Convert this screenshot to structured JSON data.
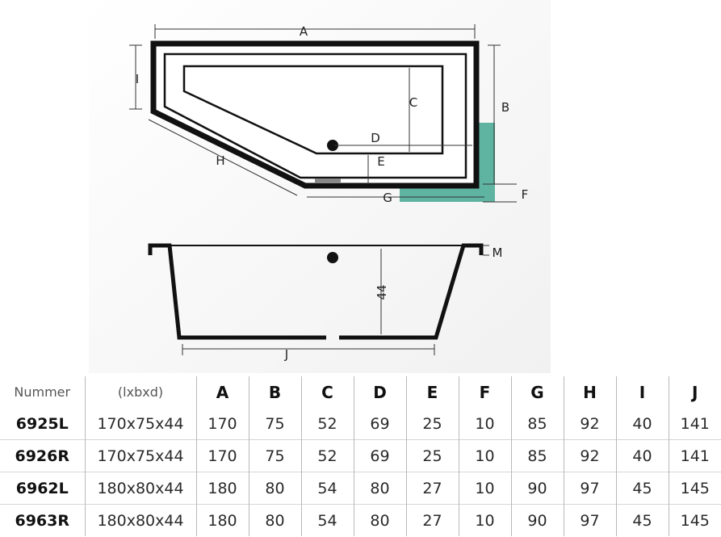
{
  "drawing": {
    "top_labels": [
      "A",
      "B",
      "C",
      "D",
      "E",
      "F",
      "G",
      "H",
      "I"
    ],
    "side_labels": {
      "depth": "44",
      "j": "J",
      "m": "M"
    },
    "accent_color": "#5fb3a1",
    "outline_color": "#111111"
  },
  "table": {
    "headers": [
      "Nummer",
      "(lxbxd)",
      "A",
      "B",
      "C",
      "D",
      "E",
      "F",
      "G",
      "H",
      "I",
      "J"
    ],
    "rows": [
      [
        "6925L",
        "170x75x44",
        "170",
        "75",
        "52",
        "69",
        "25",
        "10",
        "85",
        "92",
        "40",
        "141"
      ],
      [
        "6926R",
        "170x75x44",
        "170",
        "75",
        "52",
        "69",
        "25",
        "10",
        "85",
        "92",
        "40",
        "141"
      ],
      [
        "6962L",
        "180x80x44",
        "180",
        "80",
        "54",
        "80",
        "27",
        "10",
        "90",
        "97",
        "45",
        "145"
      ],
      [
        "6963R",
        "180x80x44",
        "180",
        "80",
        "54",
        "80",
        "27",
        "10",
        "90",
        "97",
        "45",
        "145"
      ]
    ]
  }
}
